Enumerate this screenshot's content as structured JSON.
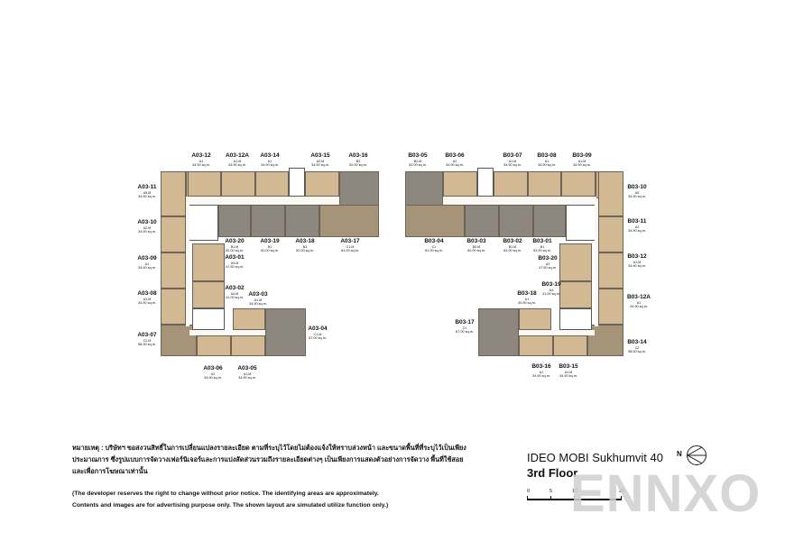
{
  "project": {
    "title": "IDEO MOBI Sukhumvit 40",
    "floor": "3rd Floor",
    "watermark": "ENNXO",
    "north_label": "N"
  },
  "scale_bar": {
    "ticks": [
      "0",
      "5",
      "10",
      "20"
    ]
  },
  "notes": {
    "thai": "หมายเหตุ : บริษัทฯ ขอสงวนสิทธิ์ในการเปลี่ยนแปลงรายละเอียด ตามที่ระบุไว้โดยไม่ต้องแจ้งให้ทราบล่วงหน้า และขนาดพื้นที่ที่ระบุไว้เป็นเพียงประมาณการ ซึ่งรูปแบบการจัดวางเฟอร์นิเจอร์และการแบ่งสัดส่วนรวมถึงรายละเอียดต่างๆ เป็นเพียงการแสดงตัวอย่างการจัดวาง พื้นที่ใช้สอยและเพื่อการโฆษณาเท่านั้น",
    "english_line1": "(The developer reserves the right to change without prior notice. The identifying areas are approximately.",
    "english_line2": "Contents and images are for advertising purpose only. The shown layout are simulated utilize function only.)"
  },
  "colors": {
    "unit_tan": "#d2b994",
    "unit_gray": "#8e8780",
    "unit_olive": "#a59478",
    "corridor": "#fbf8f3",
    "watermark": "#cfcfcf"
  },
  "building_a": {
    "units": [
      {
        "id": "A03-12",
        "type": "A1",
        "area": "34.90 sq.m."
      },
      {
        "id": "A03-12A",
        "type": "A1-M",
        "area": "34.90 sq.m."
      },
      {
        "id": "A03-14",
        "type": "A1",
        "area": "34.90 sq.m."
      },
      {
        "id": "A03-15",
        "type": "A2-M",
        "area": "34.90 sq.m."
      },
      {
        "id": "A03-16",
        "type": "B2",
        "area": "52.00 sq.m."
      },
      {
        "id": "A03-11",
        "type": "A5-M",
        "area": "34.90 sq.m."
      },
      {
        "id": "A03-10",
        "type": "A2-M",
        "area": "34.90 sq.m."
      },
      {
        "id": "A03-09",
        "type": "A1",
        "area": "34.90 sq.m."
      },
      {
        "id": "A03-08",
        "type": "A1-M",
        "area": "34.90 sq.m."
      },
      {
        "id": "A03-07",
        "type": "C2-M",
        "area": "58.30 sq.m."
      },
      {
        "id": "A03-06",
        "type": "A1",
        "area": "34.90 sq.m."
      },
      {
        "id": "A03-05",
        "type": "A1-M",
        "area": "34.90 sq.m."
      },
      {
        "id": "A03-04",
        "type": "C1-M",
        "area": "67.00 sq.m."
      },
      {
        "id": "A03-03",
        "type": "A1-M",
        "area": "34.90 sq.m."
      },
      {
        "id": "A03-02",
        "type": "A4-M",
        "area": "41.00 sq.m."
      },
      {
        "id": "A03-01",
        "type": "A3-M",
        "area": "47.50 sq.m."
      },
      {
        "id": "A03-20",
        "type": "B1-M",
        "area": "52.00 sq.m."
      },
      {
        "id": "A03-19",
        "type": "B1",
        "area": "52.00 sq.m."
      },
      {
        "id": "A03-18",
        "type": "B3",
        "area": "52.00 sq.m."
      },
      {
        "id": "A03-17",
        "type": "C1-M",
        "area": "81.00 sq.m."
      }
    ]
  },
  "building_b": {
    "units": [
      {
        "id": "B03-05",
        "type": "B2-M",
        "area": "52.00 sq.m."
      },
      {
        "id": "B03-06",
        "type": "A2",
        "area": "34.90 sq.m."
      },
      {
        "id": "B03-07",
        "type": "A1-M",
        "area": "34.90 sq.m."
      },
      {
        "id": "B03-08",
        "type": "A1",
        "area": "34.90 sq.m."
      },
      {
        "id": "B03-09",
        "type": "A1-M",
        "area": "34.90 sq.m."
      },
      {
        "id": "B03-10",
        "type": "A5",
        "area": "34.90 sq.m."
      },
      {
        "id": "B03-11",
        "type": "A2",
        "area": "34.90 sq.m."
      },
      {
        "id": "B03-12",
        "type": "A1-M",
        "area": "34.90 sq.m."
      },
      {
        "id": "B03-12A",
        "type": "A1",
        "area": "34.90 sq.m."
      },
      {
        "id": "B03-14",
        "type": "C2",
        "area": "58.50 sq.m."
      },
      {
        "id": "B03-15",
        "type": "A1-M",
        "area": "34.90 sq.m."
      },
      {
        "id": "B03-16",
        "type": "A1",
        "area": "34.90 sq.m."
      },
      {
        "id": "B03-17",
        "type": "C1",
        "area": "67.00 sq.m."
      },
      {
        "id": "B03-18",
        "type": "A1",
        "area": "34.90 sq.m."
      },
      {
        "id": "B03-19",
        "type": "A4",
        "area": "41.00 sq.m."
      },
      {
        "id": "B03-20",
        "type": "A3",
        "area": "47.50 sq.m."
      },
      {
        "id": "B03-01",
        "type": "B1",
        "area": "52.00 sq.m."
      },
      {
        "id": "B03-02",
        "type": "B1-M",
        "area": "52.00 sq.m."
      },
      {
        "id": "B03-03",
        "type": "B3-M",
        "area": "52.00 sq.m."
      },
      {
        "id": "B03-04",
        "type": "C1",
        "area": "81.00 sq.m."
      }
    ]
  }
}
